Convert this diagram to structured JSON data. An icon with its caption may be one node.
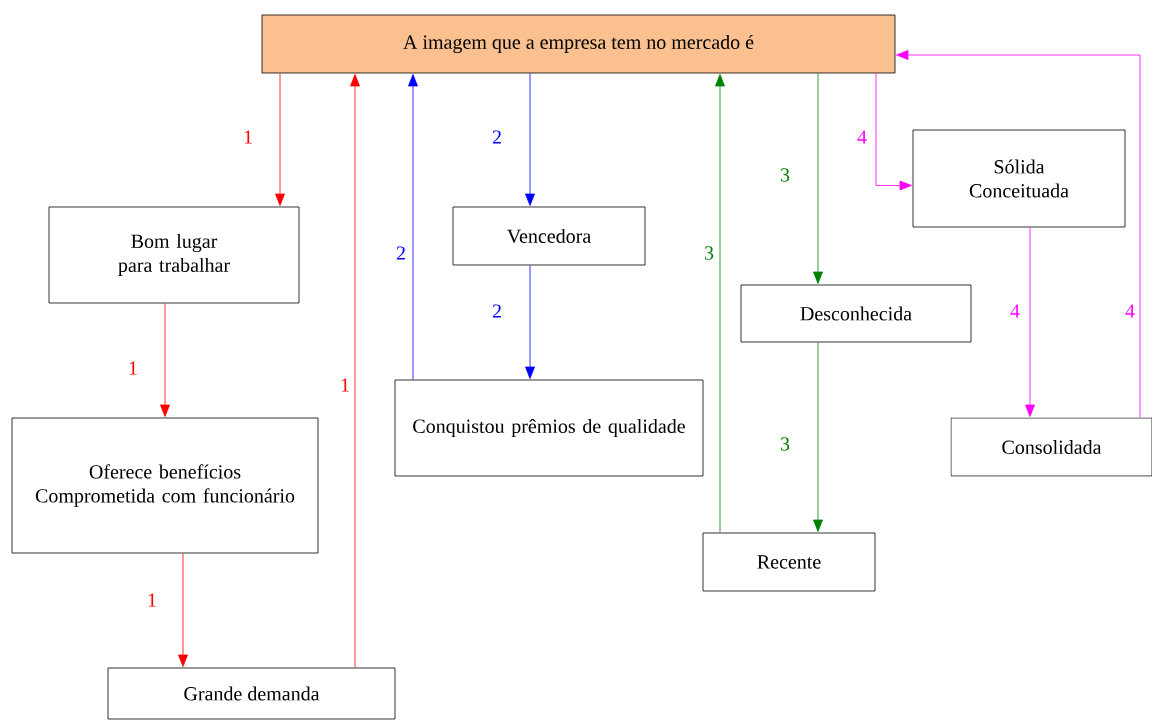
{
  "diagram": {
    "nodes": [
      {
        "text": [
          "A imagem que a empresa tem no mercado é"
        ]
      },
      {
        "text": [
          "Bom lugar para trabalhar"
        ]
      },
      {
        "text": [
          "Oferece benefícios",
          "Comprometida com funcionário"
        ]
      },
      {
        "text": [
          "Grande demanda"
        ]
      },
      {
        "text": [
          "Vencedora"
        ]
      },
      {
        "text": [
          "Conquistou prêmios de qualidade"
        ]
      },
      {
        "text": [
          "Desconhecida"
        ]
      },
      {
        "text": [
          "Recente"
        ]
      },
      {
        "text": [
          "Sólida",
          "Conceituada"
        ]
      },
      {
        "text": [
          "Consolidada"
        ]
      }
    ],
    "edges": [
      {
        "from": 0,
        "to": 1,
        "arrow": "to",
        "label": "1",
        "color": "#ff0000"
      },
      {
        "from": 1,
        "to": 2,
        "arrow": "to",
        "label": "1",
        "color": "#ff0000"
      },
      {
        "from": 2,
        "to": 3,
        "arrow": "to",
        "label": "1",
        "color": "#ff0000"
      },
      {
        "from": 3,
        "to": 0,
        "arrow": "to",
        "label": "1",
        "color": "#ff0000"
      },
      {
        "from": 0,
        "to": 4,
        "arrow": "to",
        "label": "2",
        "color": "#0000ff"
      },
      {
        "from": 4,
        "to": 5,
        "arrow": "to",
        "label": "2",
        "color": "#0000ff"
      },
      {
        "from": 5,
        "to": 0,
        "arrow": "to",
        "label": "2",
        "color": "#0000ff"
      },
      {
        "from": 0,
        "to": 6,
        "arrow": "to",
        "label": "3",
        "color": "#008000"
      },
      {
        "from": 6,
        "to": 7,
        "arrow": "to",
        "label": "3",
        "color": "#008000"
      },
      {
        "from": 7,
        "to": 0,
        "arrow": "to",
        "label": "3",
        "color": "#008000"
      },
      {
        "from": 0,
        "to": 8,
        "arrow": "to",
        "label": "4",
        "color": "#ff00ff"
      },
      {
        "from": 8,
        "to": 9,
        "arrow": "to",
        "label": "4",
        "color": "#ff00ff"
      },
      {
        "from": 9,
        "to": 0,
        "arrow": "to",
        "label": "4",
        "color": "#ff00ff"
      }
    ]
  }
}
